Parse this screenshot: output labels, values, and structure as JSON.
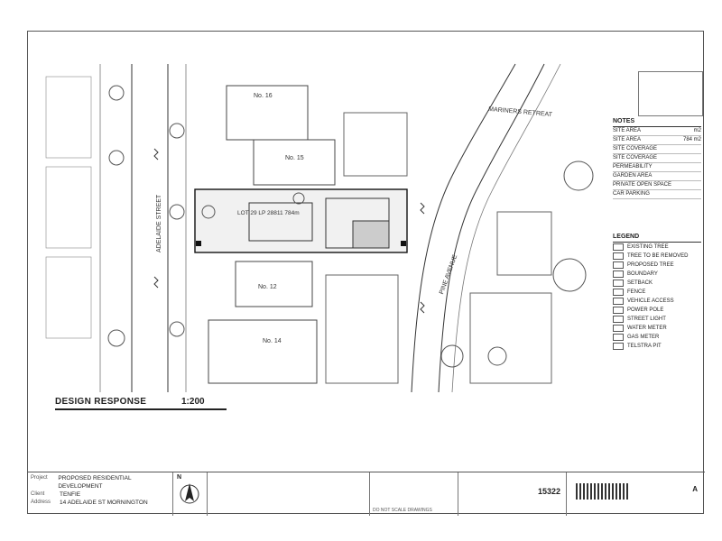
{
  "caption": {
    "title": "DESIGN RESPONSE",
    "scale": "1:200"
  },
  "streets": {
    "adelaide": "ADELAIDE STREET",
    "pine": "PINE AVENUE",
    "mariners": "MARINERS RETREAT"
  },
  "plan_labels": {
    "site": "LOT 29 LP 28811 784m",
    "no15": "No. 15",
    "no12": "No. 12",
    "no14": "No. 14",
    "no16": "No. 16"
  },
  "notes": {
    "title": "NOTES",
    "rows": [
      {
        "k": "SITE AREA",
        "v": "m2"
      },
      {
        "k": "SITE AREA",
        "v": "784 m2"
      },
      {
        "k": "SITE COVERAGE",
        "v": ""
      },
      {
        "k": "SITE COVERAGE",
        "v": ""
      },
      {
        "k": "PERMEABILITY",
        "v": ""
      },
      {
        "k": "GARDEN AREA",
        "v": ""
      },
      {
        "k": "PRIVATE OPEN SPACE",
        "v": ""
      },
      {
        "k": "CAR PARKING",
        "v": ""
      }
    ]
  },
  "legend": {
    "title": "LEGEND",
    "rows": [
      "EXISTING TREE",
      "TREE TO BE REMOVED",
      "PROPOSED TREE",
      "BOUNDARY",
      "SETBACK",
      "FENCE",
      "VEHICLE ACCESS",
      "POWER POLE",
      "STREET LIGHT",
      "WATER METER",
      "GAS METER",
      "TELSTRA PIT"
    ]
  },
  "title_block": {
    "project_key": "Project",
    "project": "PROPOSED RESIDENTIAL DEVELOPMENT",
    "client_key": "Client",
    "client": "TENFIE",
    "address_key": "Address",
    "address": "14 ADELAIDE ST MORNINGTON",
    "north": "N",
    "rev": "A",
    "drawing_no": "15322",
    "do_not_scale": "DO NOT SCALE DRAWINGS"
  }
}
